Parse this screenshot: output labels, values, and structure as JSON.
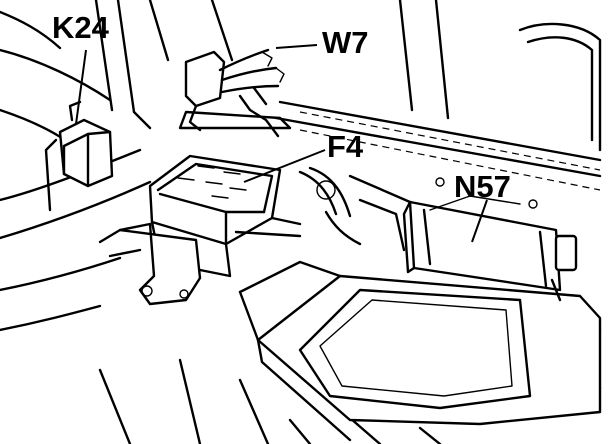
{
  "labels": {
    "k24": "K24",
    "w7": "W7",
    "f4": "F4",
    "n57": "N57"
  }
}
